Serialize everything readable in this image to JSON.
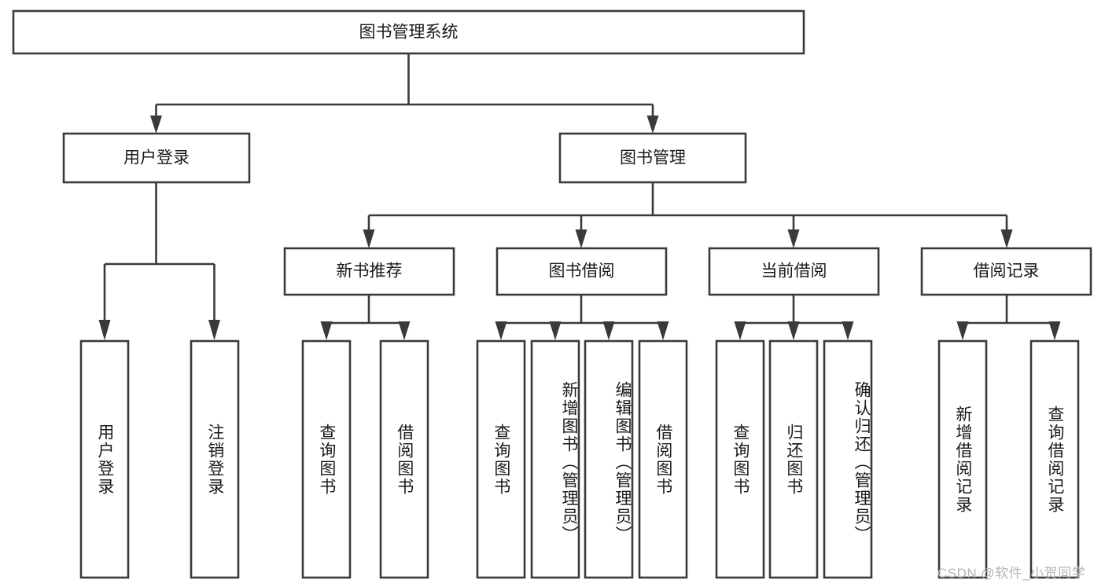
{
  "diagram": {
    "title": "图书管理系统",
    "type": "tree-hierarchy-chart",
    "orientation": "top-down",
    "colors": {
      "stroke": "#3a3a3a",
      "fill": "#ffffff",
      "text": "#1a1a1a",
      "background": "#ffffff",
      "watermark": "#b4b4b4"
    },
    "root": {
      "label": "图书管理系统"
    },
    "level2": [
      {
        "label": "用户登录"
      },
      {
        "label": "图书管理"
      }
    ],
    "level3": [
      {
        "label": "新书推荐"
      },
      {
        "label": "图书借阅"
      },
      {
        "label": "当前借阅"
      },
      {
        "label": "借阅记录"
      }
    ],
    "leaves": {
      "user_login": [
        {
          "label": "用户登录"
        },
        {
          "label": "注销登录"
        }
      ],
      "new_book_recommend": [
        {
          "label": "查询图书"
        },
        {
          "label": "借阅图书"
        }
      ],
      "book_borrow": [
        {
          "label": "查询图书"
        },
        {
          "label": "新增图书（管理员）"
        },
        {
          "label": "编辑图书（管理员）"
        },
        {
          "label": "借阅图书"
        }
      ],
      "current_borrow": [
        {
          "label": "查询图书"
        },
        {
          "label": "归还图书"
        },
        {
          "label": "确认归还（管理员）"
        }
      ],
      "borrow_record": [
        {
          "label": "新增借阅记录"
        },
        {
          "label": "查询借阅记录"
        }
      ]
    }
  },
  "watermark": {
    "text": "CSDN @软件_小贺同学"
  }
}
